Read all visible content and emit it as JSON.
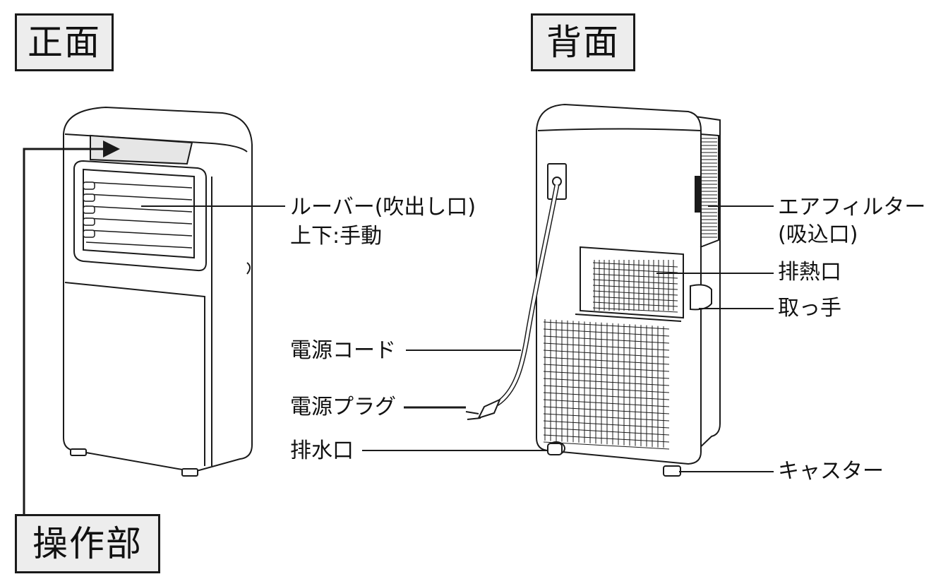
{
  "labels": {
    "front": "正面",
    "back": "背面",
    "control_panel": "操作部"
  },
  "callouts": {
    "louver_line1": "ルーバー(吹出し口)",
    "louver_line2": "上下:手動",
    "power_cord": "電源コード",
    "power_plug": "電源プラグ",
    "drain": "排水口",
    "air_filter_line1": "エアフィルター",
    "air_filter_line2": "(吸込口)",
    "exhaust": "排熱口",
    "handle": "取っ手",
    "caster": "キャスター"
  },
  "colors": {
    "line": "#1a1a1a",
    "unit_body": "#ffffff",
    "label_box_bg": "#ededed"
  }
}
